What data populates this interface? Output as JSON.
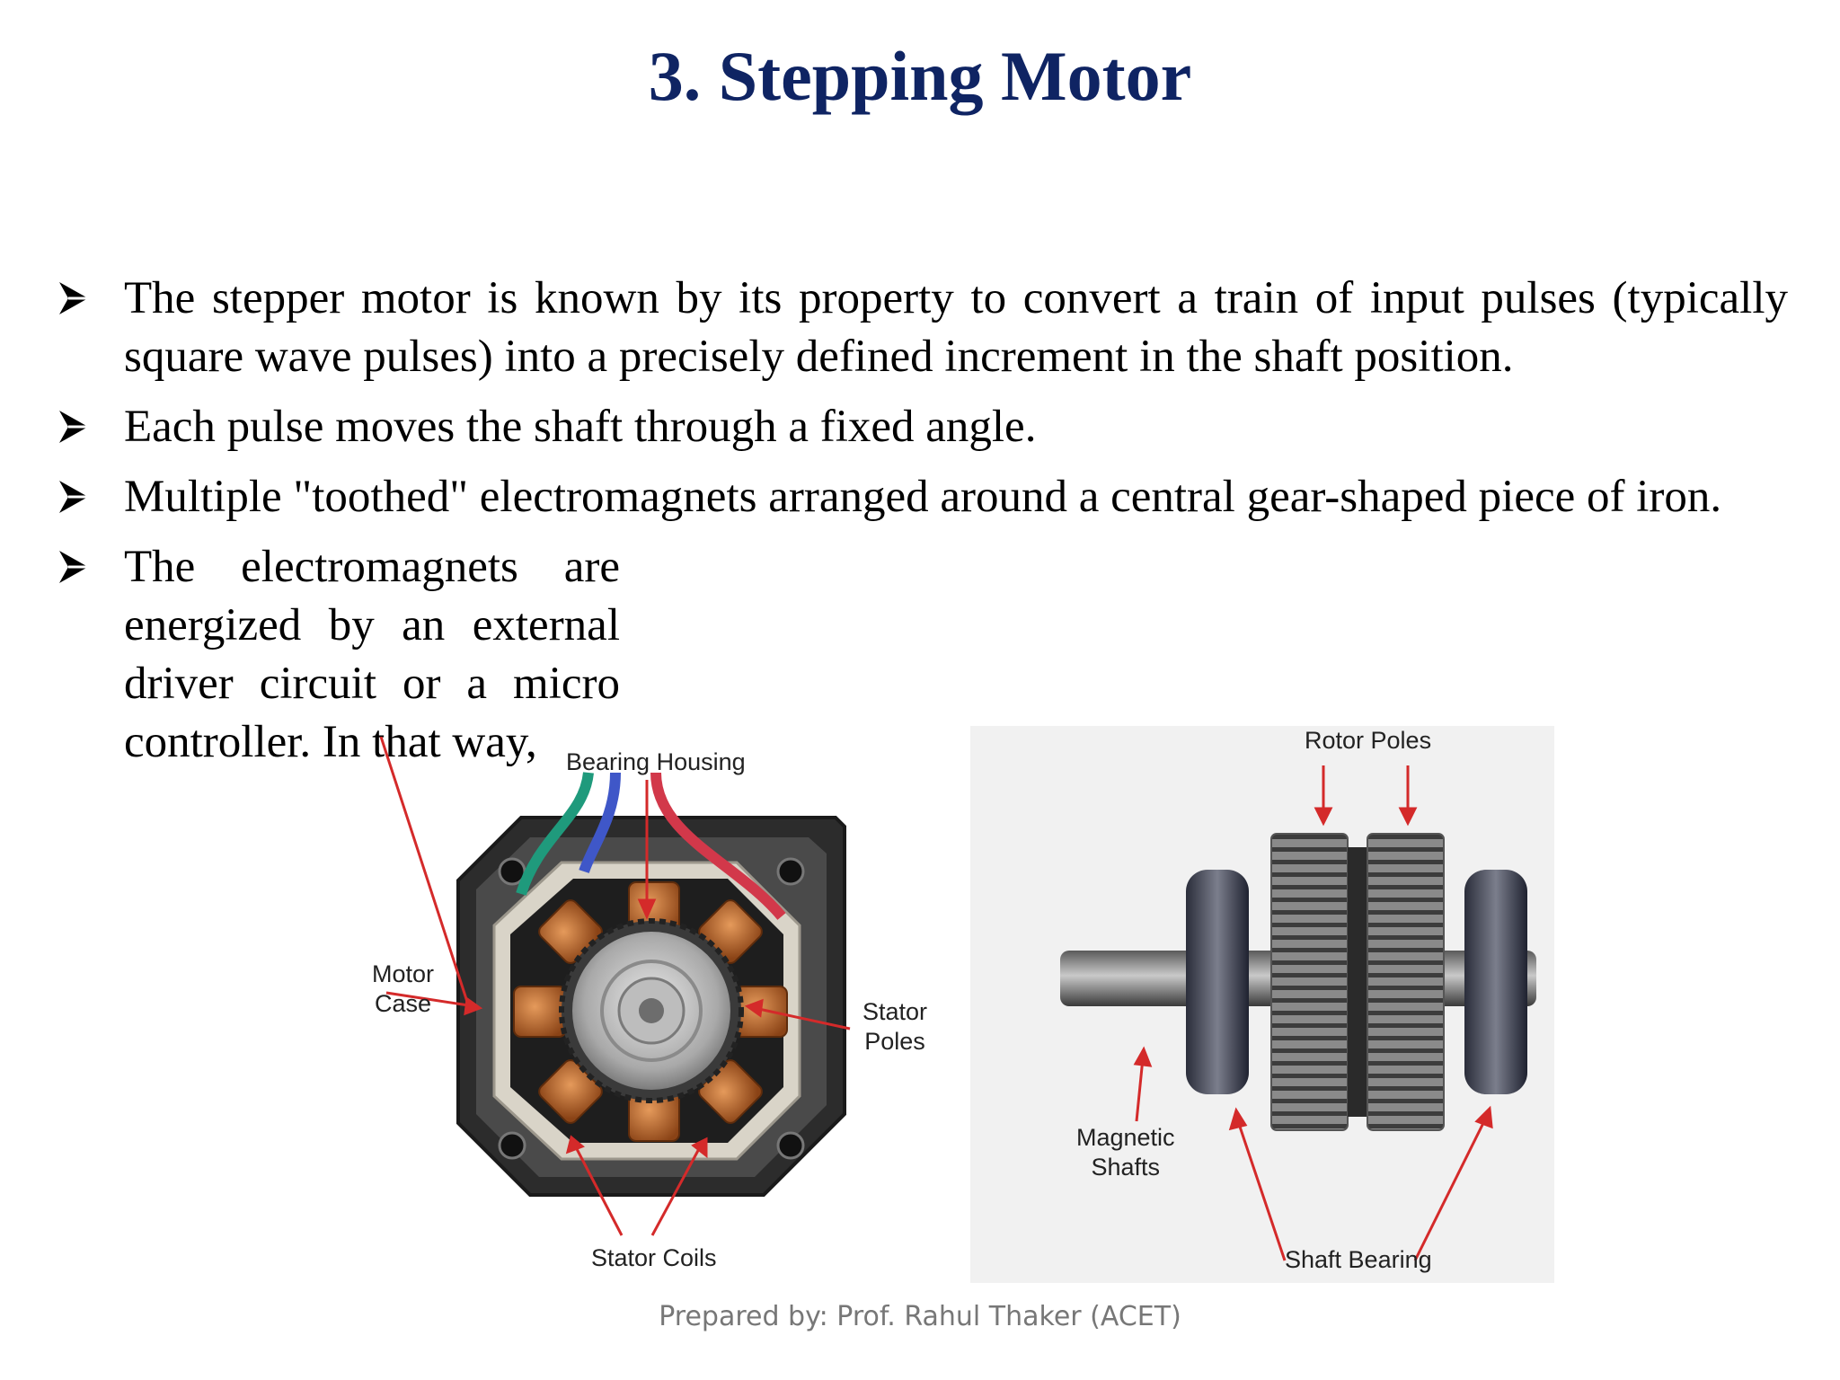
{
  "slide": {
    "title": "3. Stepping Motor",
    "bullets": [
      "The stepper motor is known by its property to convert a train of input pulses (typically square wave pulses) into a precisely defined increment in the shaft position.",
      "Each pulse moves the shaft through a fixed angle.",
      "Multiple \"toothed\" electromagnets arranged around a central gear-shaped piece of iron.",
      "The electromagnets are energized by an external driver circuit or a micro controller. In that way,"
    ],
    "bullet_icon": "arrowhead-bullet-icon"
  },
  "stator_figure": {
    "labels": {
      "bearing_housing": "Bearing Housing",
      "motor_case_line1": "Motor",
      "motor_case_line2": "Case",
      "stator_poles_line1": "Stator",
      "stator_poles_line2": "Poles",
      "stator_coils": "Stator Coils"
    }
  },
  "rotor_figure": {
    "labels": {
      "rotor_poles": "Rotor Poles",
      "magnetic_shafts_line1": "Magnetic",
      "magnetic_shafts_line2": "Shafts",
      "shaft_bearing": "Shaft Bearing"
    }
  },
  "footer": "Prepared by: Prof. Rahul Thaker (ACET)",
  "colors": {
    "title": "#0f2463",
    "annotation_arrow": "#d42a2a",
    "footer": "#777777",
    "coil_copper": "#b8642a"
  }
}
